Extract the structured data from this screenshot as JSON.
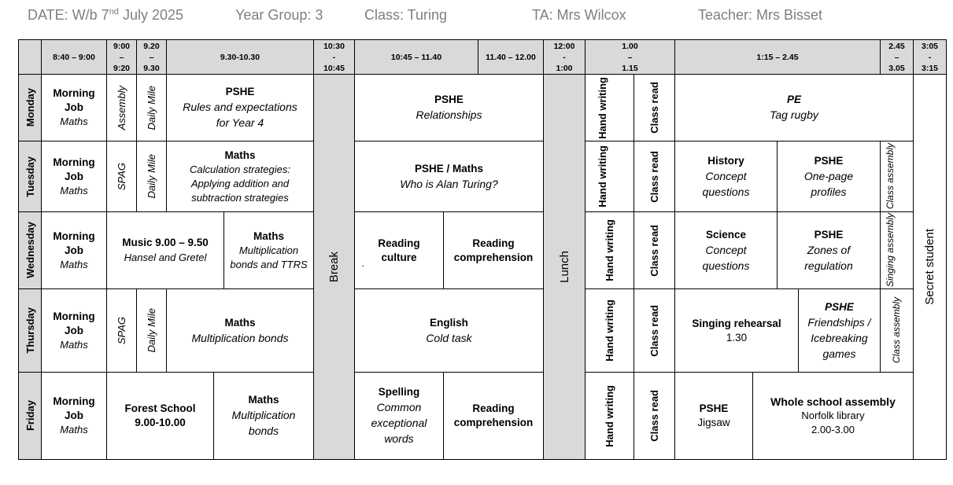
{
  "header": {
    "date_prefix": "DATE: W/b 7",
    "date_sup": "nd",
    "date_suffix": " July 2025",
    "year_group": "Year Group: 3",
    "class": "Class: Turing",
    "ta": "TA: Mrs Wilcox",
    "teacher": "Teacher: Mrs Bisset"
  },
  "times": {
    "t1": "8:40 – 9:00",
    "t2": [
      "9:00",
      "–",
      "9:20"
    ],
    "t3": [
      "9.20",
      "–",
      "9.30"
    ],
    "t4": "9.30-10.30",
    "t5": [
      "10:30",
      "-",
      "10:45"
    ],
    "t6": "10:45 – 11.40",
    "t7": "11.40 – 12.00",
    "t8": [
      "12:00",
      "-",
      "1:00"
    ],
    "t9": [
      "1.00",
      "–",
      "1.15"
    ],
    "t10": "1:15 – 2.45",
    "t11": [
      "2.45",
      "–",
      "3.05"
    ],
    "t12": [
      "3:05",
      "-",
      "3:15"
    ]
  },
  "days": [
    "Monday",
    "Tuesday",
    "Wednesday",
    "Thursday",
    "Friday"
  ],
  "break_label": "Break",
  "lunch_label": "Lunch",
  "secret_student": "Secret student",
  "common": {
    "morning_job": "Morning Job",
    "maths_italic": "Maths",
    "assembly": "Assembly",
    "daily_mile": "Daily Mile",
    "spag": "SPAG",
    "hand_writing": "Hand writing",
    "class_read": "Class read"
  },
  "monday": {
    "pshe_title": "PSHE",
    "pshe_sub": "Rules and expectations for Year 4",
    "am_title": "PSHE",
    "am_sub": "Relationships",
    "pm_title": "PE",
    "pm_sub": "Tag rugby"
  },
  "tuesday": {
    "maths_title": "Maths",
    "maths_sub": "Calculation strategies: Applying addition and subtraction strategies",
    "am_title": "PSHE / Maths",
    "am_sub": "Who is Alan Turing?",
    "hist_title": "History",
    "hist_sub": "Concept questions",
    "pshe_title": "PSHE",
    "pshe_sub": "One-page profiles",
    "class_assembly": "Class assembly"
  },
  "wednesday": {
    "music_title": "Music 9.00 – 9.50",
    "music_sub": "Hansel and Gretel",
    "maths_title": "Maths",
    "maths_sub": "Multiplication bonds and TTRS",
    "reading_culture": "Reading culture",
    "reading_mark": "ˏ",
    "reading_comp": "Reading comprehension",
    "sci_title": "Science",
    "sci_sub": "Concept questions",
    "pshe_title": "PSHE",
    "pshe_sub": "Zones of regulation",
    "singing_assembly": "Singing assembly"
  },
  "thursday": {
    "maths_title": "Maths",
    "maths_sub": "Multiplication bonds",
    "eng_title": "English",
    "eng_sub": "Cold task",
    "sing_title": "Singing rehearsal",
    "sing_time": "1.30",
    "pshe_title": "PSHE",
    "pshe_sub": "Friendships / Icebreaking games",
    "class_assembly": "Class assembly"
  },
  "friday": {
    "forest_title": "Forest School",
    "forest_time": "9.00-10.00",
    "maths_title": "Maths",
    "maths_sub": "Multiplication bonds",
    "spelling_title": "Spelling",
    "spelling_sub": "Common exceptional words",
    "reading_comp": "Reading comprehension",
    "pshe_title": "PSHE",
    "pshe_sub": "Jigsaw",
    "wsa_title": "Whole school assembly",
    "wsa_line1": "Norfolk library",
    "wsa_line2": "2.00-3.00"
  }
}
